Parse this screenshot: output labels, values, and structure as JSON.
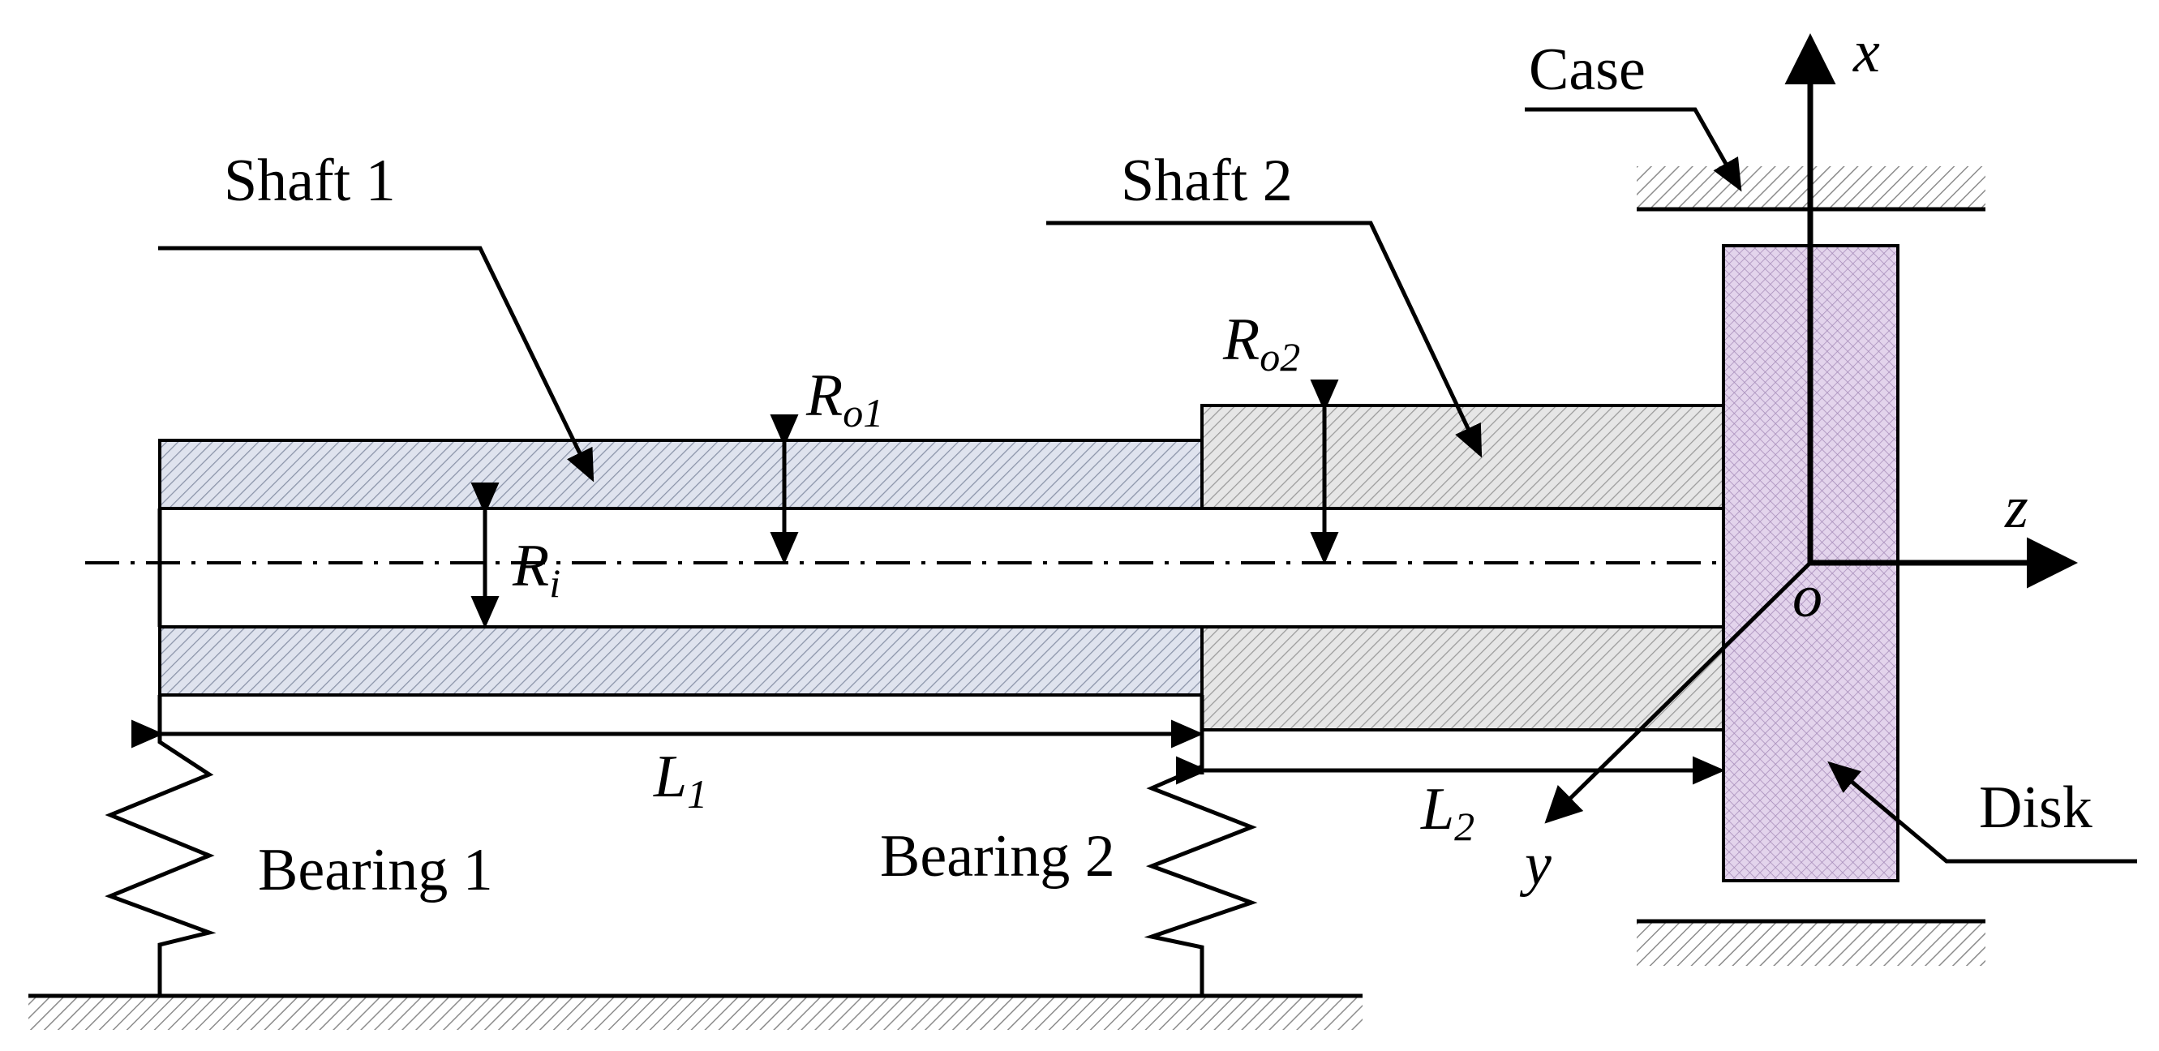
{
  "labels": {
    "shaft1": "Shaft 1",
    "shaft2": "Shaft 2",
    "case": "Case",
    "disk": "Disk",
    "bearing1": "Bearing 1",
    "bearing2": "Bearing 2",
    "axis_x": "x",
    "axis_y": "y",
    "axis_z": "z",
    "origin": "o",
    "ro1_main": "R",
    "ro1_sub_o": "o",
    "ro1_sub_n": "1",
    "ro2_main": "R",
    "ro2_sub": "o2",
    "ri_main": "R",
    "ri_sub": "i",
    "l1_main": "L",
    "l1_sub": "1",
    "l2_main": "L",
    "l2_sub": "2"
  },
  "colors": {
    "shaft1_fill": "#dfe3ee",
    "shaft1_hatch": "#8a93a8",
    "shaft2_fill": "#e6e6e6",
    "shaft2_hatch": "#9a9a9a",
    "disk_fill": "#e3d4ec",
    "disk_hatch": "#a58bb8",
    "case_hatch": "#8c8c8c",
    "line": "#000000"
  }
}
